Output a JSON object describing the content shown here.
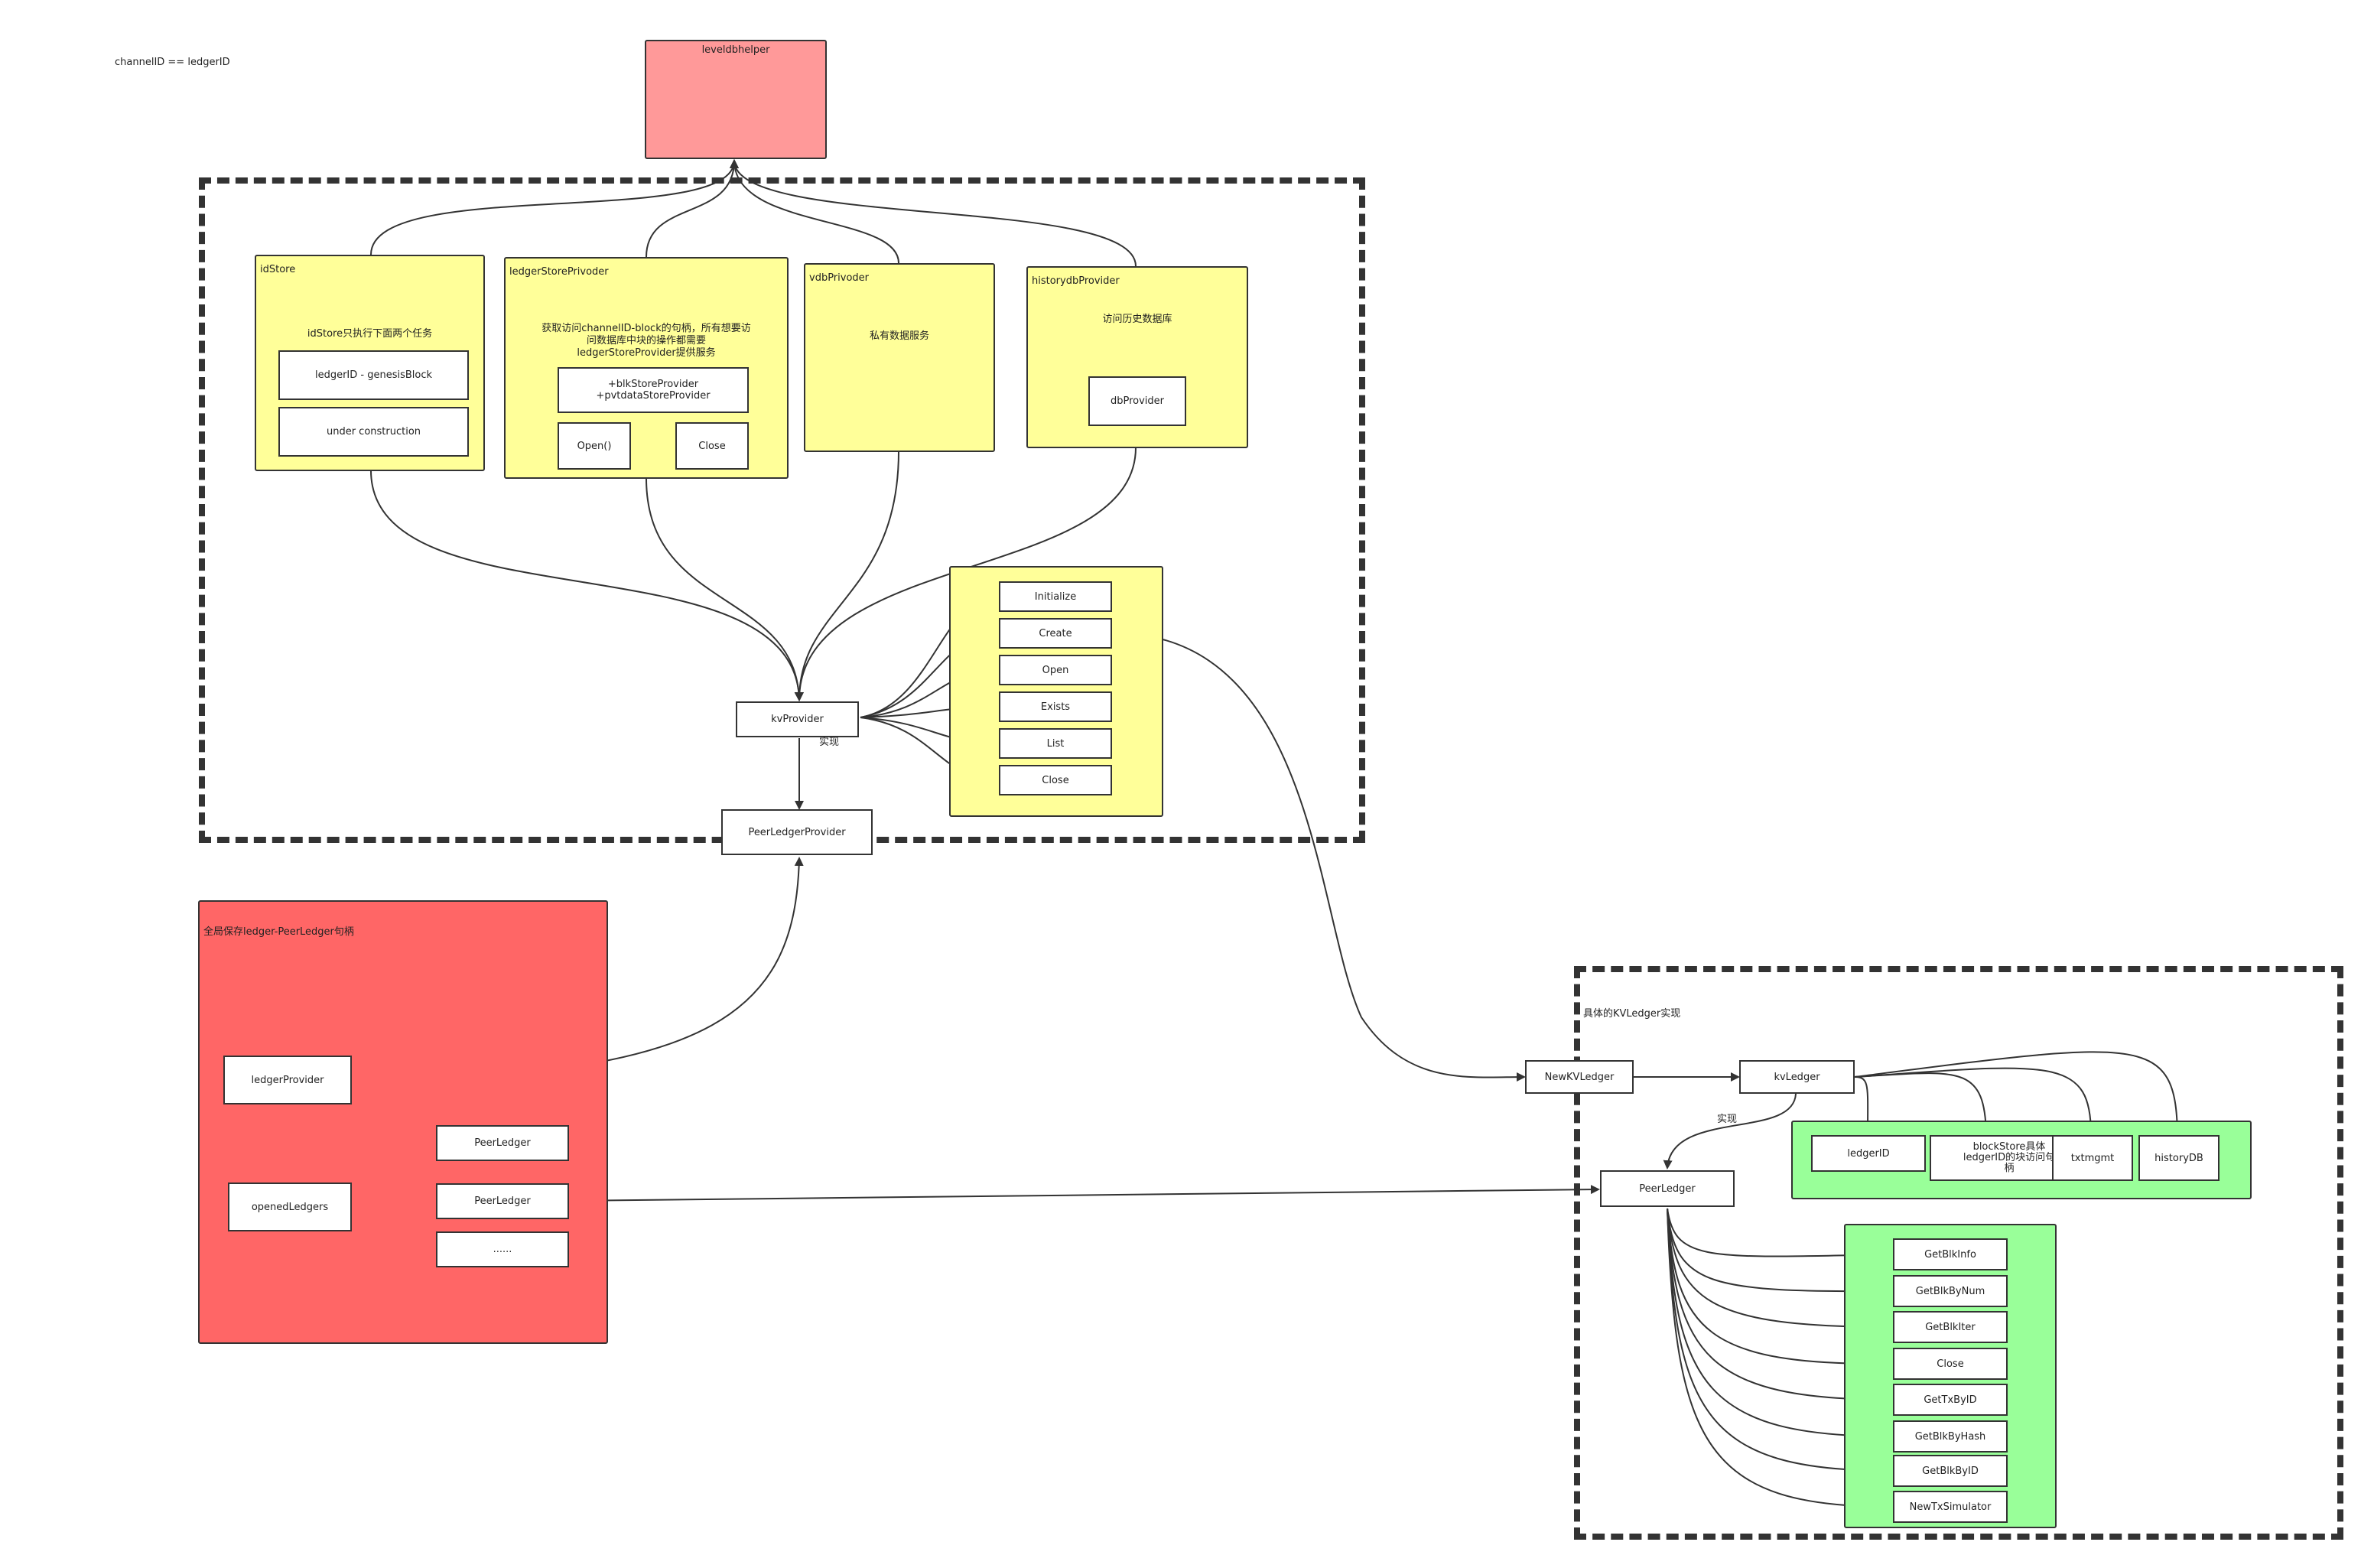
{
  "note": "channelID == ledgerID",
  "leveldbhelper": {
    "title": "leveldbhelper"
  },
  "idStore": {
    "title": "idStore",
    "desc": "idStore只执行下面两个任务",
    "items": [
      "ledgerID - genesisBlock",
      "under construction"
    ]
  },
  "ledgerStorePrivoder": {
    "title": "ledgerStorePrivoder",
    "desc": [
      "获取访问channelID-block的句柄，所有想要访",
      "问数据库中块的操作都需要",
      "ledgerStoreProvider提供服务"
    ],
    "providers": [
      "+blkStoreProvider",
      "+pvtdataStoreProvider"
    ],
    "open": "Open()",
    "close": "Close"
  },
  "vdbPrivoder": {
    "title": "vdbPrivoder",
    "desc": "私有数据服务"
  },
  "historydbProvider": {
    "title": "historydbProvider",
    "desc": "访问历史数据库",
    "item": "dbProvider"
  },
  "kvProvider": {
    "label": "kvProvider",
    "impl": "实现"
  },
  "kvMethods": [
    "Initialize",
    "Create",
    "Open",
    "Exists",
    "List",
    "Close"
  ],
  "peerLedgerProvider": {
    "label": "PeerLedgerProvider"
  },
  "globalPanel": {
    "title": "全局保存ledger-PeerLedger句柄",
    "ledgerProvider": "ledgerProvider",
    "openedLedgers": "openedLedgers",
    "peerLedgers": [
      "PeerLedger",
      "PeerLedger",
      "......"
    ]
  },
  "kvLedgerImpl": {
    "title": "具体的KVLedger实现",
    "newKVLedger": "NewKVLedger",
    "kvLedger": "kvLedger",
    "impl": "实现",
    "peerLedger": "PeerLedger",
    "fields": [
      "ledgerID",
      "blockStore具体",
      "ledgerID的块访问句",
      "柄",
      "txtmgmt",
      "historyDB"
    ],
    "methods": [
      "GetBlkInfo",
      "GetBlkByNum",
      "GetBlkIter",
      "Close",
      "GetTxByID",
      "GetBlkByHash",
      "GetBlkByID",
      "NewTxSimulator"
    ]
  },
  "colors": {
    "yellow": "#ffff99",
    "red": "#ff6666",
    "pink": "#ff9999",
    "green": "#99ff99",
    "line": "#333333"
  }
}
